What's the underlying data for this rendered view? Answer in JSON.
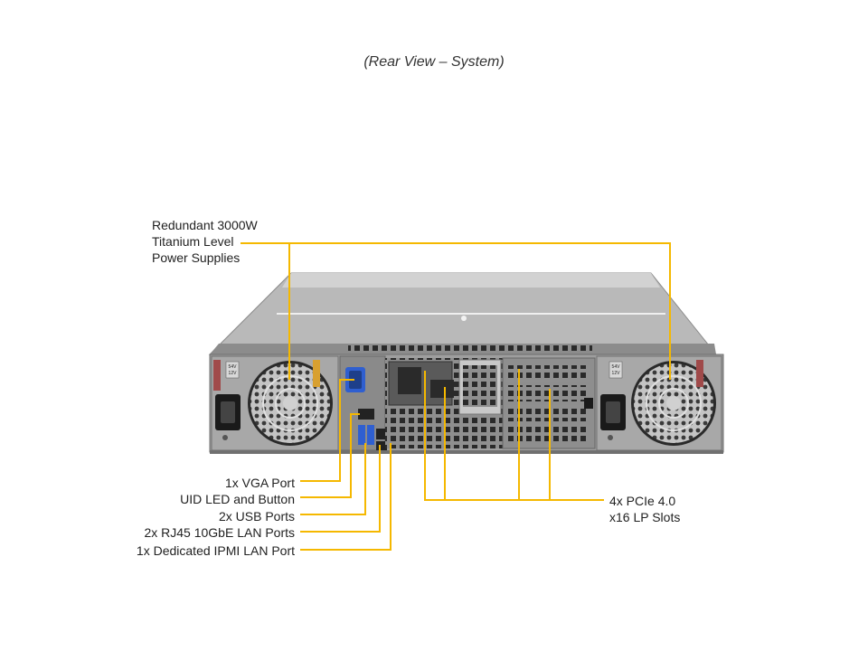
{
  "caption": "(Rear View – System)",
  "callouts": {
    "power_supplies": [
      "Redundant 3000W",
      "Titanium Level",
      "Power Supplies"
    ],
    "vga": "1x VGA Port",
    "uid": "UID LED and Button",
    "usb": "2x USB Ports",
    "lan": "2x RJ45 10GbE LAN Ports",
    "ipmi": "1x Dedicated IPMI LAN Port",
    "pcie": [
      "4x PCIe 4.0",
      "x16 LP Slots"
    ]
  },
  "psu_label": [
    "54V",
    "12V"
  ],
  "colors": {
    "leader": "#f5b800",
    "chassis": "#9a9a9a",
    "chassis_dark": "#6e6e6e",
    "port_blue": "#2f5fd0"
  }
}
